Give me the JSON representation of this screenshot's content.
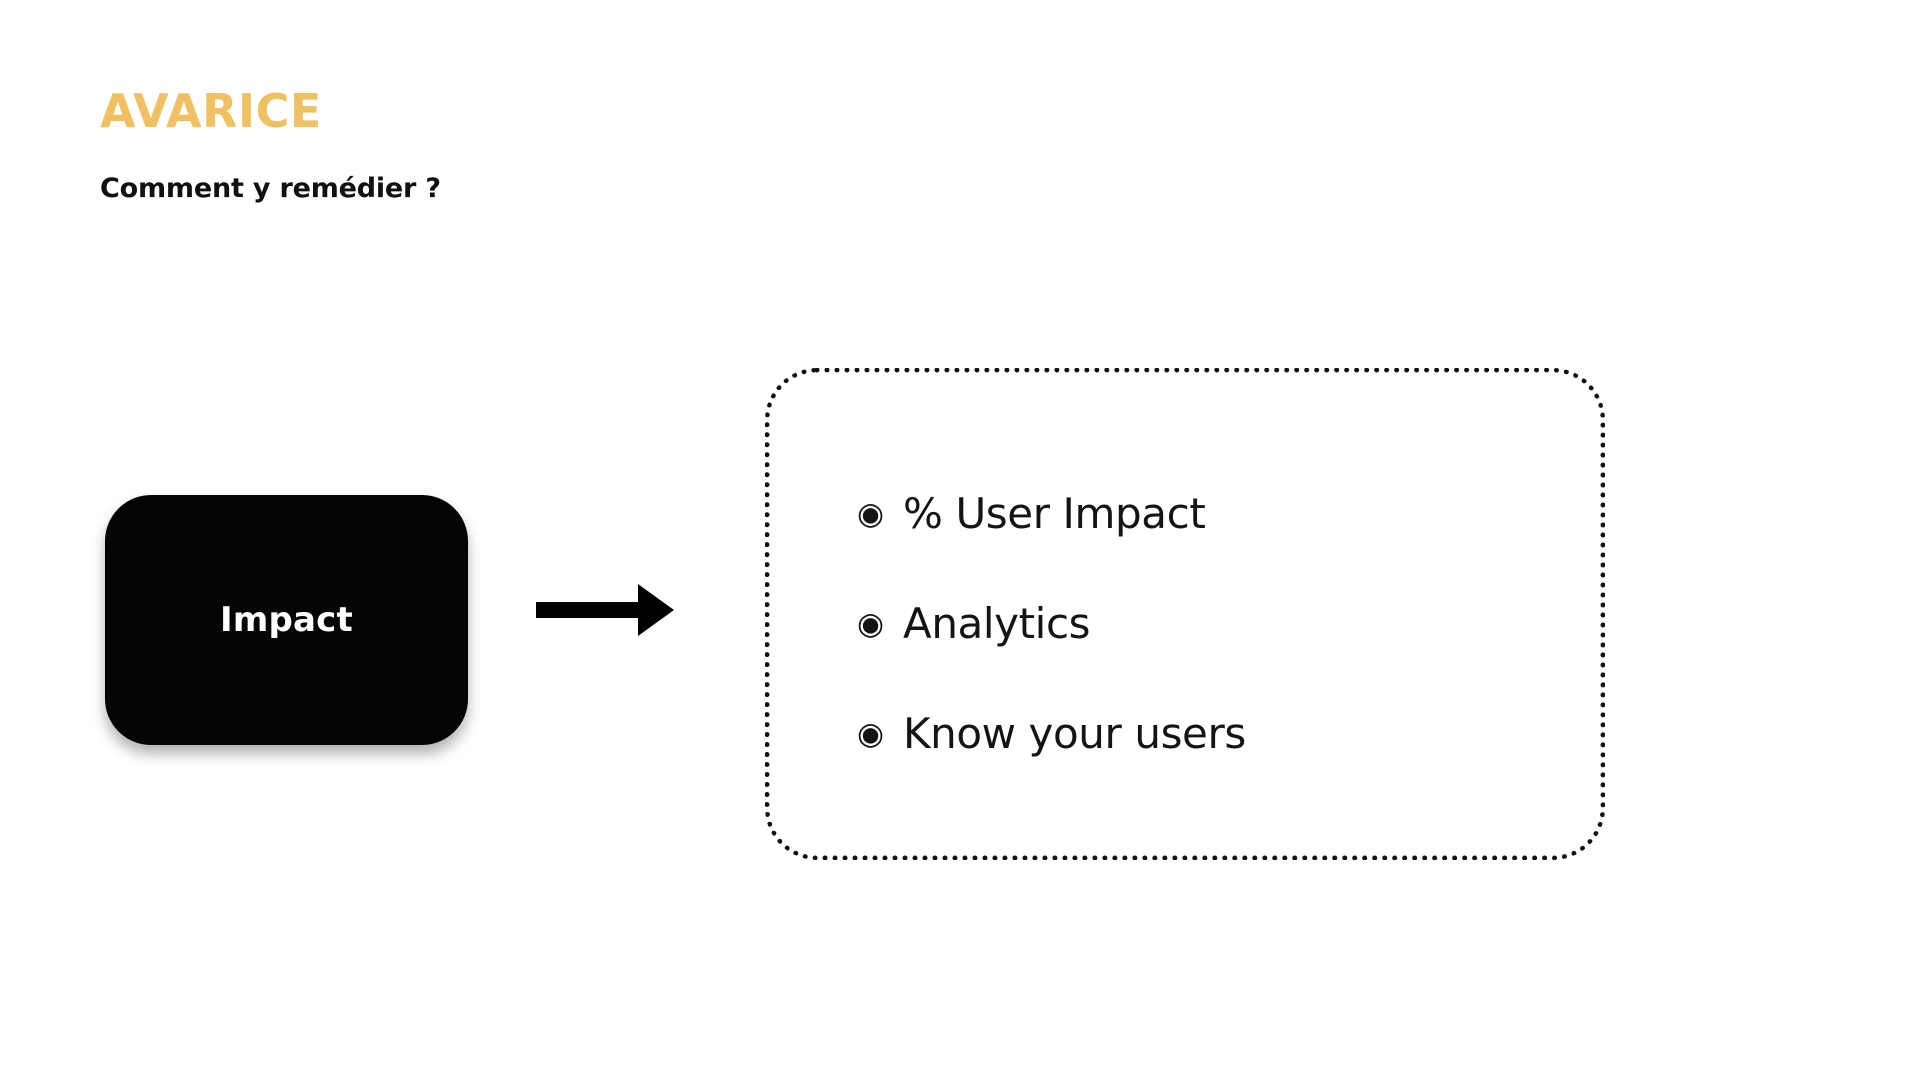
{
  "slide": {
    "background_color": "#ffffff",
    "title": "AVARICE",
    "title_color": "#f0c163",
    "subtitle": "Comment y remédier ?",
    "subtitle_color": "#111111"
  },
  "diagram": {
    "source_node": {
      "label": "Impact",
      "fill_color": "#050505",
      "text_color": "#ffffff"
    },
    "arrow": {
      "icon": "arrow-right-icon",
      "color": "#000000"
    },
    "remedies": {
      "border_color": "#111111",
      "border_style": "dotted",
      "bullet_glyph": "◉",
      "items": [
        {
          "bullet": "◉",
          "label": "% User Impact"
        },
        {
          "bullet": "◉",
          "label": "Analytics"
        },
        {
          "bullet": "◉",
          "label": "Know your users"
        }
      ]
    }
  }
}
